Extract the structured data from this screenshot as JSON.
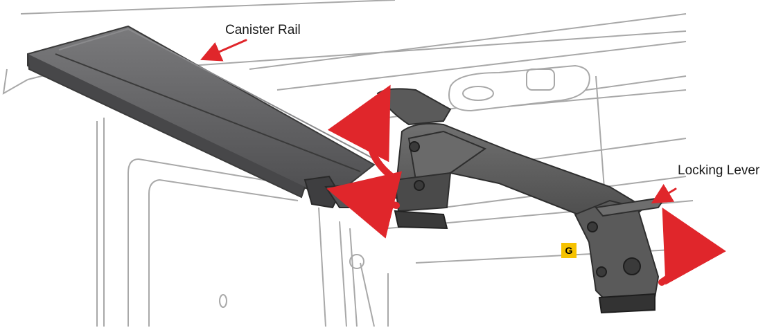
{
  "labels": {
    "canister_rail": "Canister Rail",
    "locking_lever": "Locking Lever",
    "step_badge": "G"
  },
  "colors": {
    "arrow_red": "#e0262b",
    "rail_dark": "#5a5a5c",
    "rail_mid": "#6c6c6e",
    "lever_dark": "#585858",
    "outline": "#a8a8a8",
    "badge_yellow": "#f6c200",
    "text": "#1a1a1a"
  }
}
